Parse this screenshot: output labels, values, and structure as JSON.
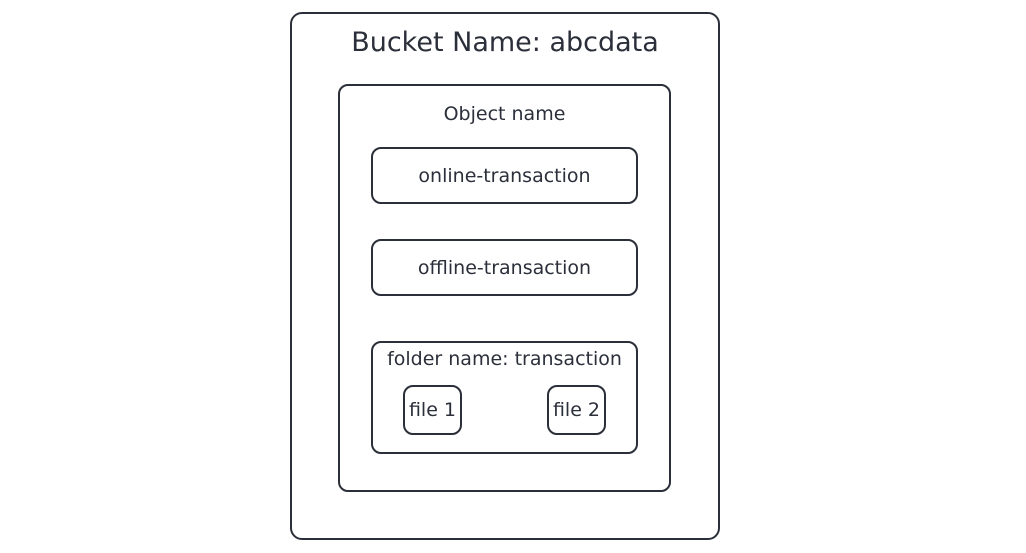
{
  "bucket": {
    "title": "Bucket Name: abcdata"
  },
  "object_box": {
    "title": "Object name",
    "items": [
      {
        "label": "online-transaction"
      },
      {
        "label": "offline-transaction"
      }
    ],
    "folder": {
      "title": "folder name: transaction",
      "files": [
        {
          "label": "file 1"
        },
        {
          "label": "file 2"
        }
      ]
    }
  },
  "colors": {
    "stroke": "#2b2f3a",
    "background": "#ffffff"
  }
}
